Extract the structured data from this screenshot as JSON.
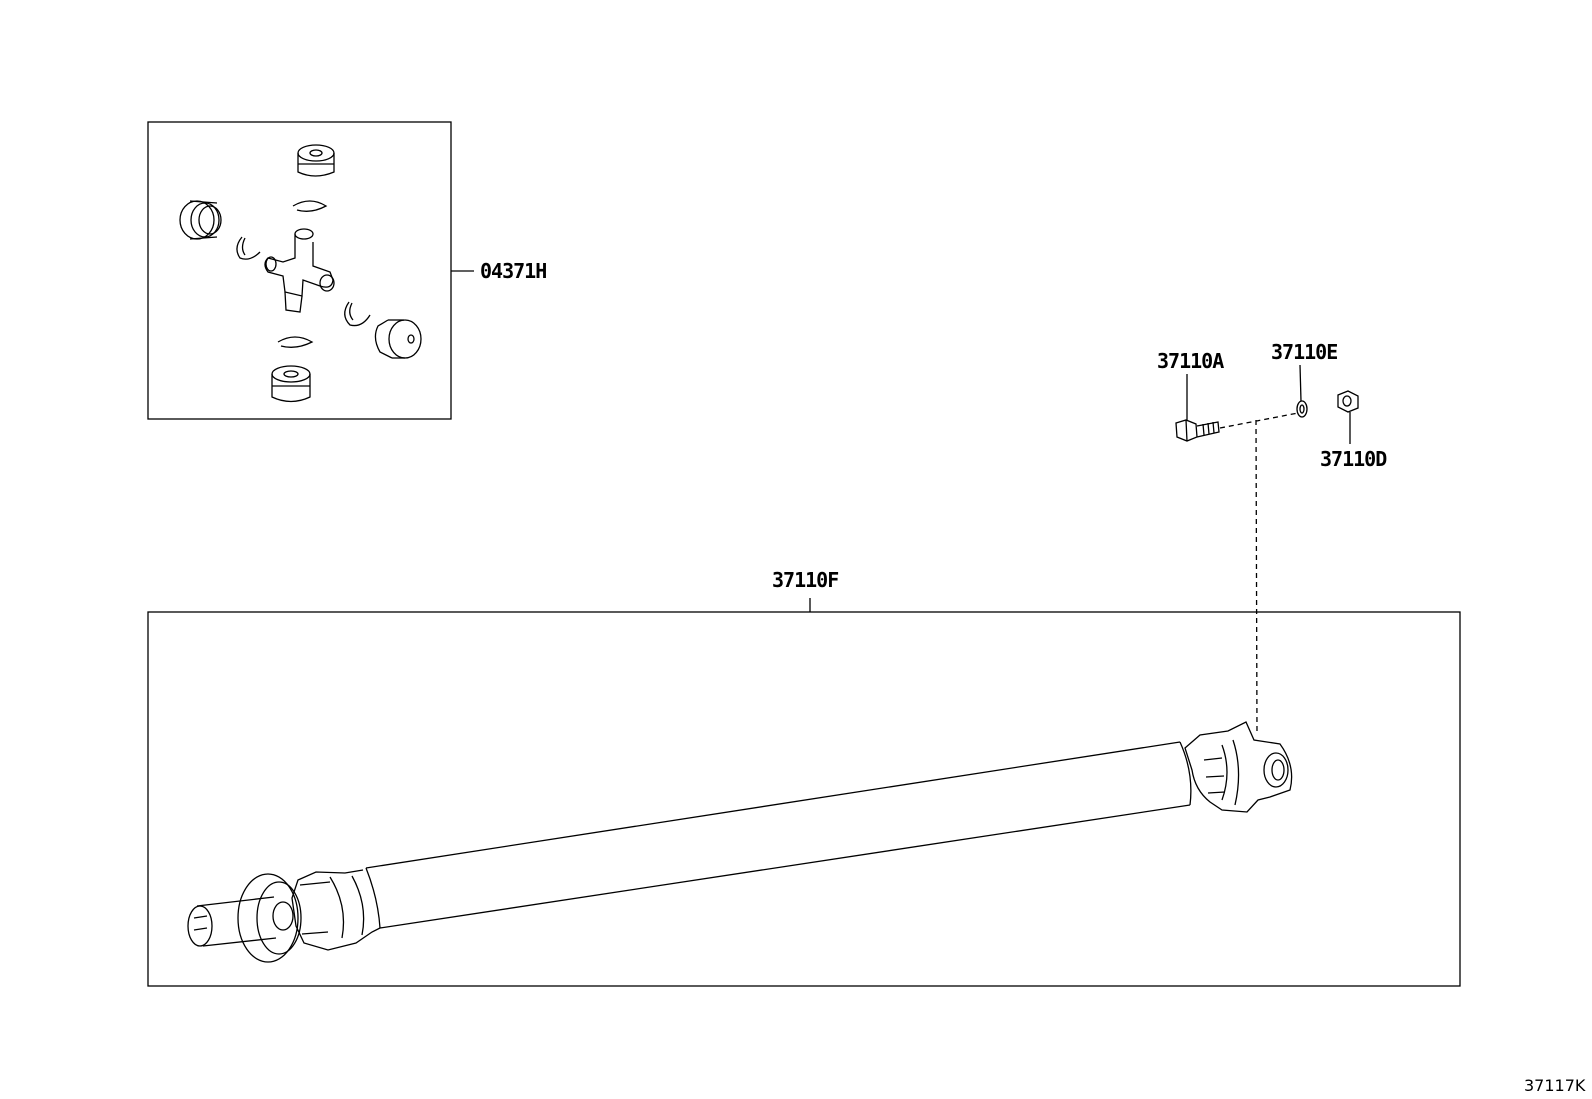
{
  "labels": {
    "ujoint_kit": "04371H",
    "bolt": "37110A",
    "washer": "37110E",
    "nut": "37110D",
    "shaft_assembly": "37110F"
  },
  "figure_number": "37117K",
  "colors": {
    "line": "#000000",
    "background": "#ffffff"
  }
}
